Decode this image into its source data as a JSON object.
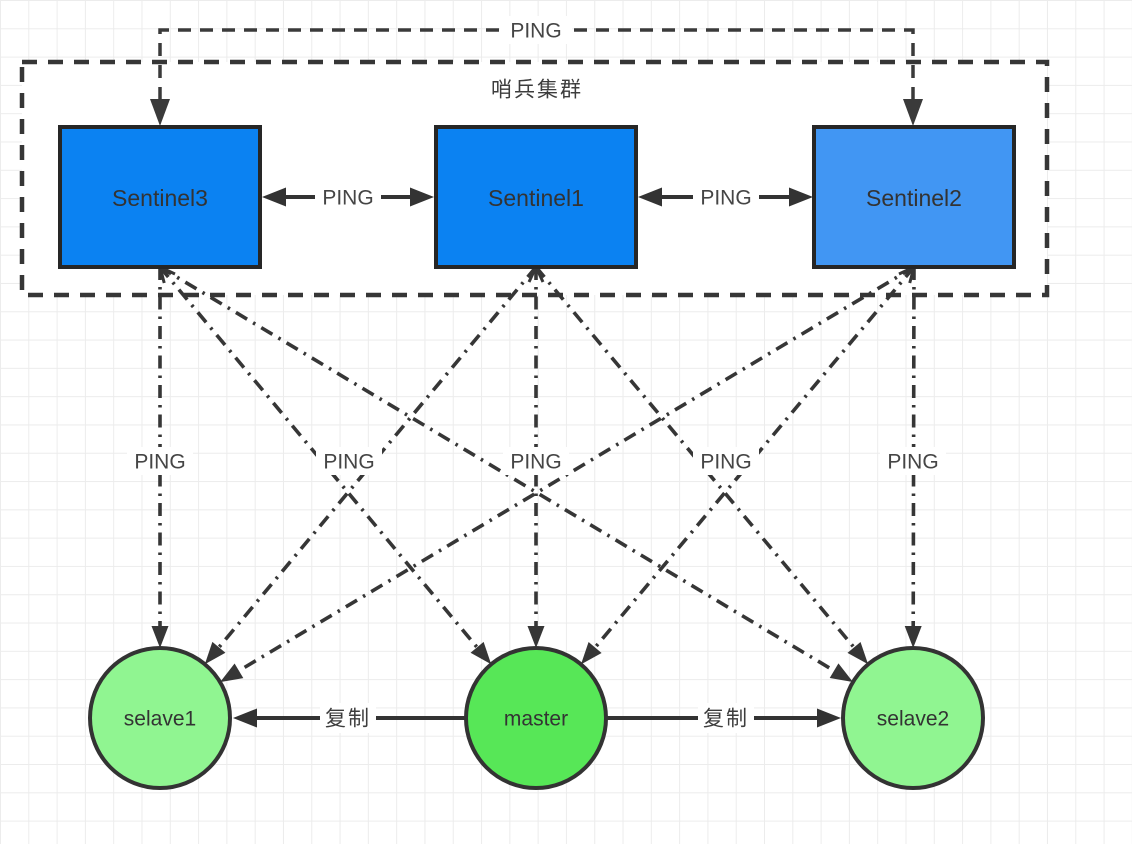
{
  "diagram": {
    "cluster_title": "哨兵集群",
    "ping_label": "PING",
    "replicate_label": "复制",
    "sentinels": [
      {
        "id": "sentinel3",
        "label": "Sentinel3",
        "fill": "#0b82f2"
      },
      {
        "id": "sentinel1",
        "label": "Sentinel1",
        "fill": "#0b82f2"
      },
      {
        "id": "sentinel2",
        "label": "Sentinel2",
        "fill": "#4196f3"
      }
    ],
    "nodes": [
      {
        "id": "selave1",
        "label": "selave1",
        "fill": "#90f591"
      },
      {
        "id": "master",
        "label": "master",
        "fill": "#57e757"
      },
      {
        "id": "selave2",
        "label": "selave2",
        "fill": "#90f591"
      }
    ],
    "colors": {
      "stroke": "#363636",
      "node_border": "#262626",
      "label_text": "#454545",
      "shape_text": "#333333",
      "grid": "#ececec",
      "background": "#ffffff"
    }
  }
}
